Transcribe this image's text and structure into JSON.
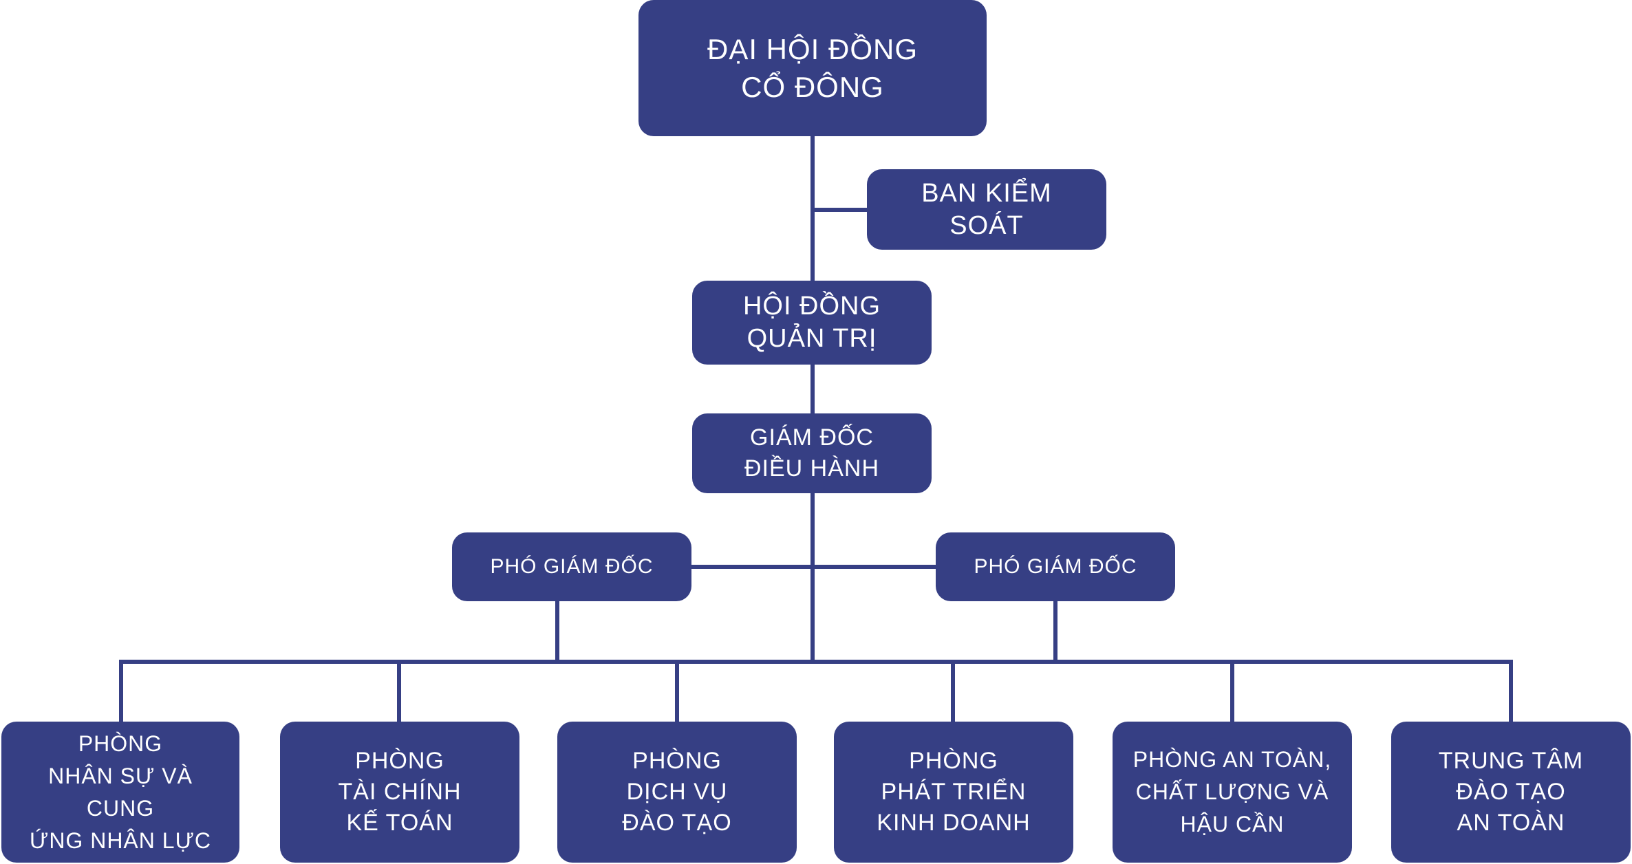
{
  "org_chart": {
    "colors": {
      "box_fill": "#363f84",
      "box_text": "#ffffff",
      "connector": "#363f84",
      "background": "#ffffff"
    },
    "shareholders": "ĐẠI HỘI ĐỒNG\nCỔ ĐÔNG",
    "supervisory_board": "BAN KIỂM\nSOÁT",
    "board_of_directors": "HỘI ĐỒNG\nQUẢN TRỊ",
    "ceo": "GIÁM ĐỐC\nĐIỀU HÀNH",
    "deputy_director_left": "PHÓ GIÁM ĐỐC",
    "deputy_director_right": "PHÓ GIÁM ĐỐC",
    "departments": [
      "PHÒNG\nNHÂN SỰ VÀ CUNG\nỨNG NHÂN LỰC",
      "PHÒNG\nTÀI CHÍNH\nKẾ TOÁN",
      "PHÒNG\nDỊCH VỤ\nĐÀO TẠO",
      "PHÒNG\nPHÁT TRIỂN\nKINH DOANH",
      "PHÒNG AN TOÀN,\nCHẤT LƯỢNG VÀ\nHẬU CẦN",
      "TRUNG TÂM\nĐÀO TẠO\nAN TOÀN"
    ]
  }
}
